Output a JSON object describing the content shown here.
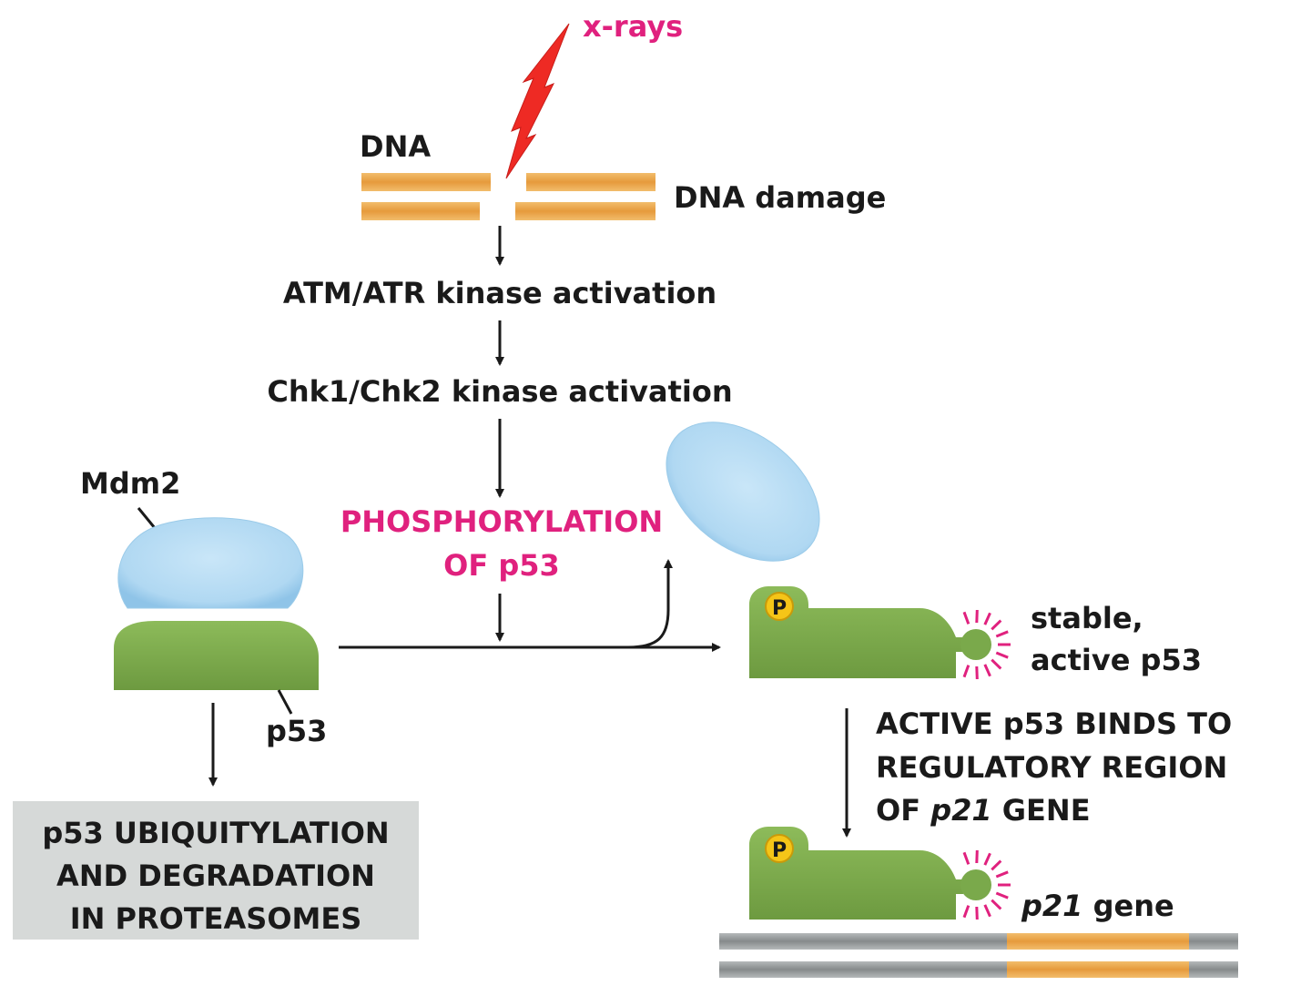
{
  "labels": {
    "xrays": "x-rays",
    "dna": "DNA",
    "dna_damage": "DNA damage",
    "atm_atr": "ATM/ATR kinase activation",
    "chk": "Chk1/Chk2 kinase activation",
    "phospho_line1": "PHOSPHORYLATION",
    "phospho_line2": "OF p53",
    "mdm2": "Mdm2",
    "p53": "p53",
    "phos_badge": "P",
    "stable_line1": "stable,",
    "stable_line2": "active p53",
    "binds_line1": "ACTIVE p53 BINDS TO",
    "binds_line2": "REGULATORY REGION",
    "binds_line3_a": "OF ",
    "binds_line3_italic": "p21",
    "binds_line3_b": " GENE",
    "p21_gene_italic": "p21",
    "p21_gene_rest": " gene",
    "degradation_line1": "p53 UBIQUITYLATION",
    "degradation_line2": "AND DEGRADATION",
    "degradation_line3": "IN PROTEASOMES"
  },
  "colors": {
    "magenta": "#e0217e",
    "lightning": "#ee2a24",
    "dna_strand": "#e9a64a",
    "mdm2_blue": "#b8ddf4",
    "p53_green": "#79a84a",
    "phosphate_yellow": "#f5c518",
    "box_gray": "#d6d9d8",
    "gene_gray": "#8f9394",
    "arrow": "#1a1a1a"
  }
}
